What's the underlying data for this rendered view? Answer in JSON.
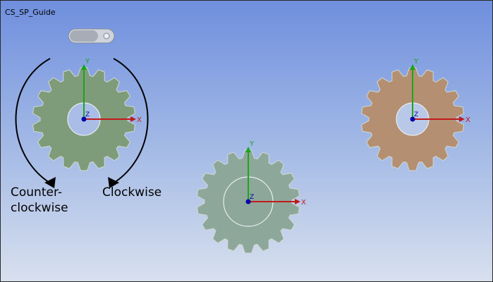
{
  "window": {
    "title": "CS_SP_Guide"
  },
  "labels": {
    "counter": "Counter-\nclockwise",
    "clockwise": "Clockwise"
  },
  "triad": {
    "x_label": "X",
    "y_label": "Y",
    "z_label": "Z"
  },
  "colors": {
    "gear_left": "#7e9b7a",
    "gear_middle": "#8ea79b",
    "gear_right": "#b48f72",
    "axis_x": "#c01a1a",
    "axis_y": "#1aa51a",
    "origin": "#0000aa"
  }
}
